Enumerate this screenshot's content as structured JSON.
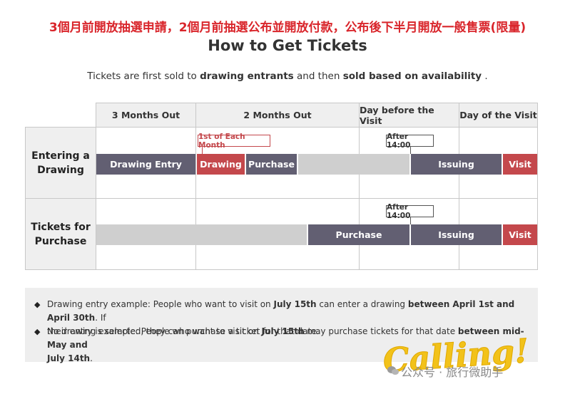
{
  "header": {
    "zh_title": "3個月前開放抽選申請，2個月前抽選公布並開放付款，公布後下半月開放一般售票(限量)",
    "title": "How to Get Tickets",
    "subtitle": {
      "part1": "Tickets are first sold to ",
      "bold1": "drawing entrants",
      "part2": " and then ",
      "bold2": "sold based on availability",
      "part3": " ."
    }
  },
  "table": {
    "columns": [
      "3 Months Out",
      "2 Months Out",
      "Day before the Visit",
      "Day of the Visit"
    ],
    "rows": [
      {
        "label_line1": "Entering a",
        "label_line2": "Drawing",
        "tags": {
          "first_of_month": "1st of Each Month",
          "after": "After 14:00"
        },
        "bars": {
          "drawing_entry": "Drawing Entry",
          "drawing": "Drawing",
          "purchase": "Purchase",
          "issuing": "Issuing",
          "visit": "Visit"
        }
      },
      {
        "label_line1": "Tickets for",
        "label_line2": "Purchase",
        "tags": {
          "after": "After 14:00"
        },
        "bars": {
          "purchase": "Purchase",
          "issuing": "Issuing",
          "visit": "Visit"
        }
      }
    ]
  },
  "notes": [
    {
      "t1": "Drawing entry example: People who want to visit on ",
      "b1": "July 15th",
      "t2": " can enter a drawing ",
      "b2": "between April 1st and April 30th",
      "t3": ". If",
      "line2": "their entry is selected, they can purchase a ticket for that date."
    },
    {
      "t1": "No drawing example: People who want to visit on ",
      "b1": "July 15th",
      "t2": " may purchase tickets for that date ",
      "b2": "between mid-May and",
      "b3": "July 14th",
      "t3": "."
    }
  ],
  "watermark": {
    "script": "Calling!",
    "label": "公众号 · 旅行微助手"
  },
  "colors": {
    "accent_red": "#c4484c",
    "bar_purple": "#625f72",
    "bar_gray": "#cfcfcf",
    "title_red": "#d9252b",
    "watermark_yellow": "#f2c21a"
  }
}
